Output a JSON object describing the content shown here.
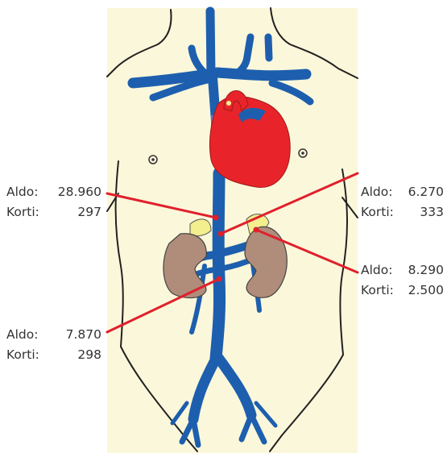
{
  "colors": {
    "background": "#fbf7da",
    "outline": "#222222",
    "vein": "#1d5fae",
    "heart": "#e8242a",
    "atrium": "#6b72b8",
    "adrenal": "#f3ee8e",
    "kidney": "#b08c7a",
    "marker": "#e0202c"
  },
  "labels": {
    "left_upper": {
      "aldo_key": "Aldo:",
      "aldo_val": "28.960",
      "korti_key": "Korti:",
      "korti_val": "297"
    },
    "left_lower": {
      "aldo_key": "Aldo:",
      "aldo_val": "7.870",
      "korti_key": "Korti:",
      "korti_val": "298"
    },
    "right_upper": {
      "aldo_key": "Aldo:",
      "aldo_val": "6.270",
      "korti_key": "Korti:",
      "korti_val": "333"
    },
    "right_lower": {
      "aldo_key": "Aldo:",
      "aldo_val": "8.290",
      "korti_key": "Korti:",
      "korti_val": "2.500"
    }
  }
}
